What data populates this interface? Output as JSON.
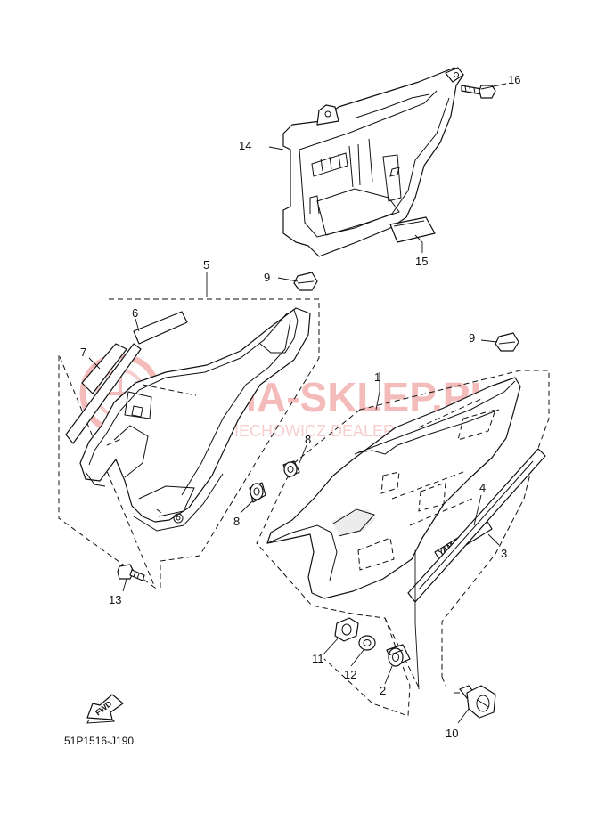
{
  "watermark": {
    "brand": "YAMA-SKLEP.PL",
    "dealer": "WOJCIECHOWICZ DEALER YAMAHA"
  },
  "callouts": [
    {
      "id": "c1",
      "label": "1"
    },
    {
      "id": "c2",
      "label": "2"
    },
    {
      "id": "c3",
      "label": "3"
    },
    {
      "id": "c4",
      "label": "4"
    },
    {
      "id": "c5",
      "label": "5"
    },
    {
      "id": "c6",
      "label": "6"
    },
    {
      "id": "c7",
      "label": "7"
    },
    {
      "id": "c8a",
      "label": "8"
    },
    {
      "id": "c8b",
      "label": "8"
    },
    {
      "id": "c9a",
      "label": "9"
    },
    {
      "id": "c9b",
      "label": "9"
    },
    {
      "id": "c10",
      "label": "10"
    },
    {
      "id": "c11",
      "label": "11"
    },
    {
      "id": "c12",
      "label": "12"
    },
    {
      "id": "c13",
      "label": "13"
    },
    {
      "id": "c14",
      "label": "14"
    },
    {
      "id": "c15",
      "label": "15"
    },
    {
      "id": "c16",
      "label": "16"
    }
  ],
  "fwd_label": "FWD",
  "emblem_text": "YAMAHA",
  "reference_code": "51P1516-J190",
  "colors": {
    "line": "#111111",
    "watermark": "#f3b4b4"
  }
}
